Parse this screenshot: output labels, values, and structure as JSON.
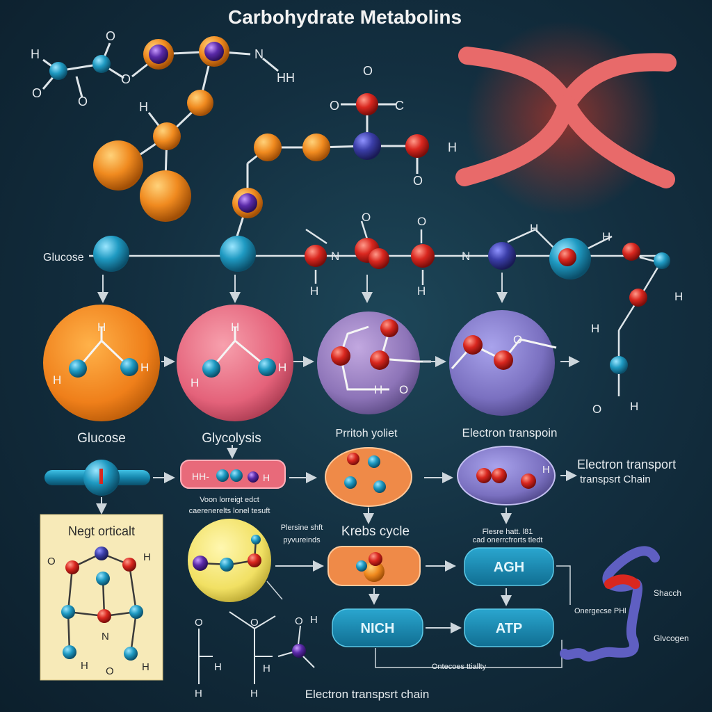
{
  "title": "Carbohydrate Metabolins",
  "colors": {
    "background": "#132f40",
    "orange": "#f08a1f",
    "pink": "#e8687d",
    "purple": "#8e78b8",
    "lavender": "#7d73c2",
    "teal": "#1f8db0",
    "yellow": "#f2e36a",
    "red": "#d9271f",
    "indigo": "#3b3ea8",
    "note_bg": "#f7eab8"
  },
  "labels": {
    "glucose_top": "Glucose",
    "glucose": "Glucose",
    "glycolysis": "Glycolysis",
    "pruvate": "Prritoh yoliet",
    "electron_transpoin": "Electron transpoin",
    "electron_transport_1": "Electron transport",
    "electron_transport_2": "transpsrt Chain",
    "krebs": "Krebs cycle",
    "note_title": "Negt orticalt",
    "small_1a": "Voon lorreigt edct",
    "small_1b": "caerenerelts lonel tesuft",
    "small_2a": "Plersine shft",
    "small_2b": "pyvureinds",
    "small_3a": "Flesre hatt. l81",
    "small_3b": "cad onerrcfrorts tledt",
    "stach": "Shacch",
    "glycogen": "Glvcogen",
    "oxygen": "Onergecse PHl",
    "ontecoes": "Ontecoes ttiallty",
    "bottom": "Electron transpsrt chain"
  },
  "pills": {
    "agh": "AGH",
    "atp": "ATP",
    "nich": "NICH"
  },
  "atoms": {
    "h": "H",
    "o": "O",
    "n": "N",
    "c": "C",
    "hh": "HH",
    "hhh": "HH-"
  }
}
